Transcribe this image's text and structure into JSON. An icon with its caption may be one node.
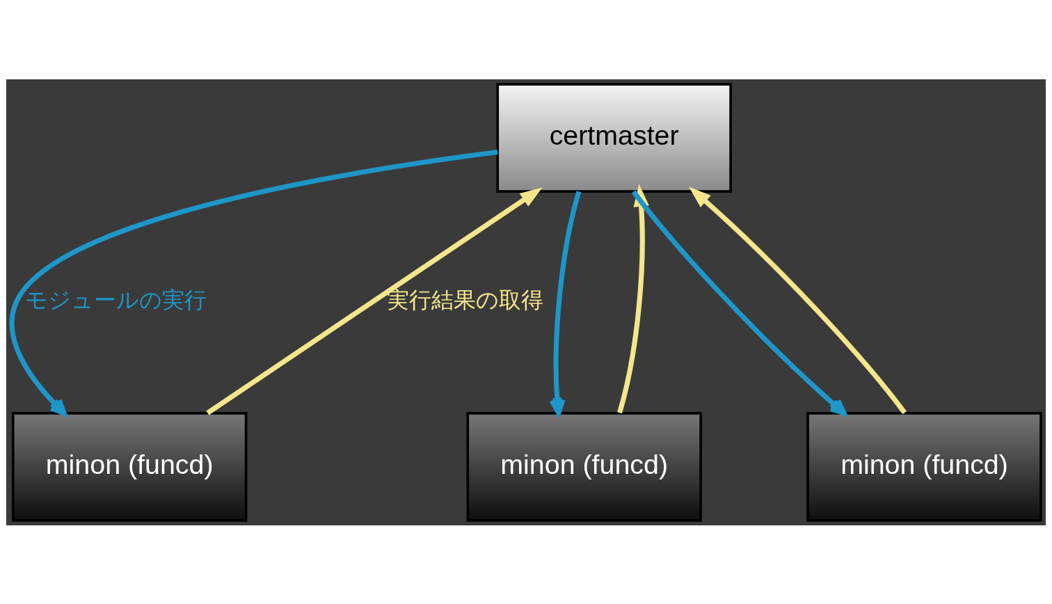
{
  "diagram": {
    "nodes": [
      {
        "text": [
          "certmaster"
        ]
      },
      {
        "text": [
          "minon (funcd)"
        ]
      },
      {
        "text": [
          "minon (funcd)"
        ]
      },
      {
        "text": [
          "minon (funcd)"
        ]
      }
    ],
    "edges": [
      {
        "from": 0,
        "to": 1,
        "arrow": "to",
        "color": "#1e96c8",
        "label": "モジュールの実行"
      },
      {
        "from": 1,
        "to": 0,
        "arrow": "to",
        "color": "#f5e68c",
        "label": "実行結果の取得"
      },
      {
        "from": 0,
        "to": 2,
        "arrow": "to",
        "color": "#1e96c8"
      },
      {
        "from": 2,
        "to": 0,
        "arrow": "to",
        "color": "#f5e68c"
      },
      {
        "from": 0,
        "to": 3,
        "arrow": "to",
        "color": "#1e96c8"
      },
      {
        "from": 3,
        "to": 0,
        "arrow": "to",
        "color": "#f5e68c"
      }
    ]
  }
}
